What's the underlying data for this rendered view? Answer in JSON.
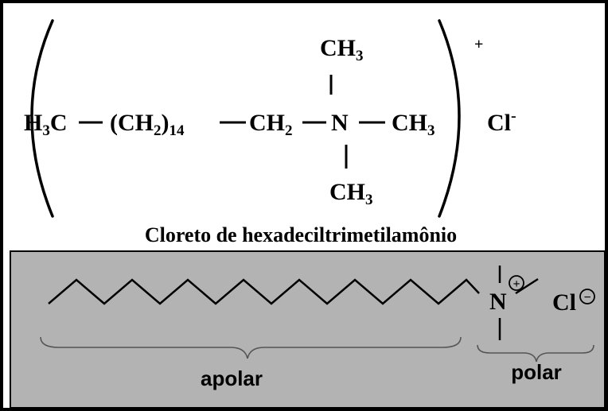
{
  "formula": {
    "methyl_top": {
      "main": "CH",
      "sub": "3"
    },
    "methyl_bottom": {
      "main": "CH",
      "sub": "3"
    },
    "chain_start": {
      "main": "H",
      "sub": "3",
      "tail": "C"
    },
    "dash": "—",
    "repeat_group": {
      "open": "(CH",
      "sub": "2",
      "close": ")",
      "count": "14"
    },
    "methylene": {
      "main": "CH",
      "sub": "2"
    },
    "nitrogen": "N",
    "methyl_right": {
      "main": "CH",
      "sub": "3"
    },
    "cation_charge": "+",
    "counter_ion": {
      "main": "Cl",
      "sup": "-"
    }
  },
  "compound_name": "Cloreto de hexadeciltrimetilamônio",
  "skeletal": {
    "panel_color": "#b3b3b3",
    "nitrogen": "N",
    "plus_sign": "+",
    "counter_ion": "Cl",
    "minus_sign": "−",
    "apolar_label": "apolar",
    "polar_label": "polar"
  }
}
